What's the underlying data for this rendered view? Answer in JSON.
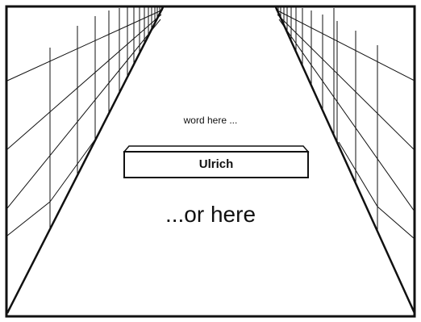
{
  "scene": {
    "prompt": "word here ...",
    "word": "Ulrich",
    "alternative": "...or here"
  },
  "colors": {
    "line": "#111111",
    "background": "#ffffff"
  }
}
